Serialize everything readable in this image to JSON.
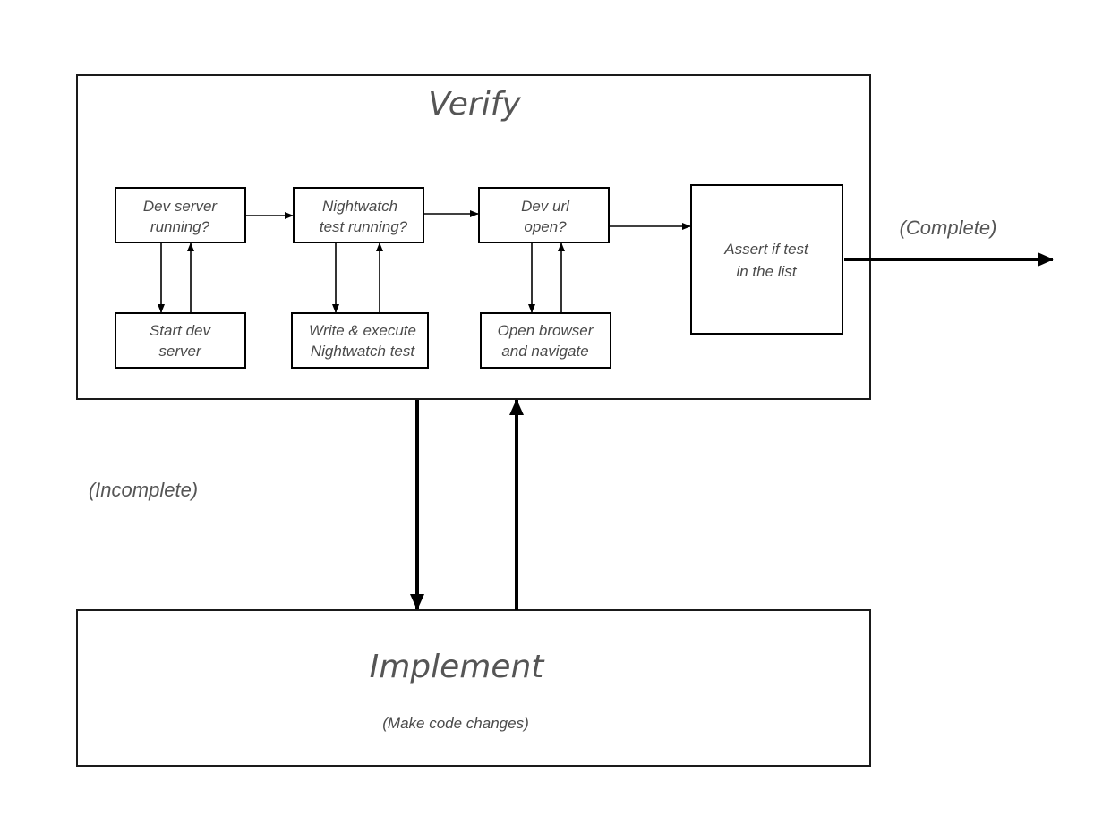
{
  "verify": {
    "title": "Verify"
  },
  "implement": {
    "title": "Implement",
    "subtitle": "(Make code changes)"
  },
  "labels": {
    "complete": "(Complete)",
    "incomplete": "(Incomplete)"
  },
  "steps": {
    "dev_server_check": {
      "line1": "Dev server",
      "line2": "running?"
    },
    "start_dev_server": {
      "line1": "Start dev",
      "line2": "server"
    },
    "nightwatch_check": {
      "line1": "Nightwatch",
      "line2": "test running?"
    },
    "write_execute_test": {
      "line1": "Write & execute",
      "line2": "Nightwatch test"
    },
    "dev_url_check": {
      "line1": "Dev url",
      "line2": "open?"
    },
    "open_browser": {
      "line1": "Open browser",
      "line2": "and navigate"
    },
    "assert_test": {
      "line1": "Assert if test",
      "line2": "in the list"
    }
  }
}
